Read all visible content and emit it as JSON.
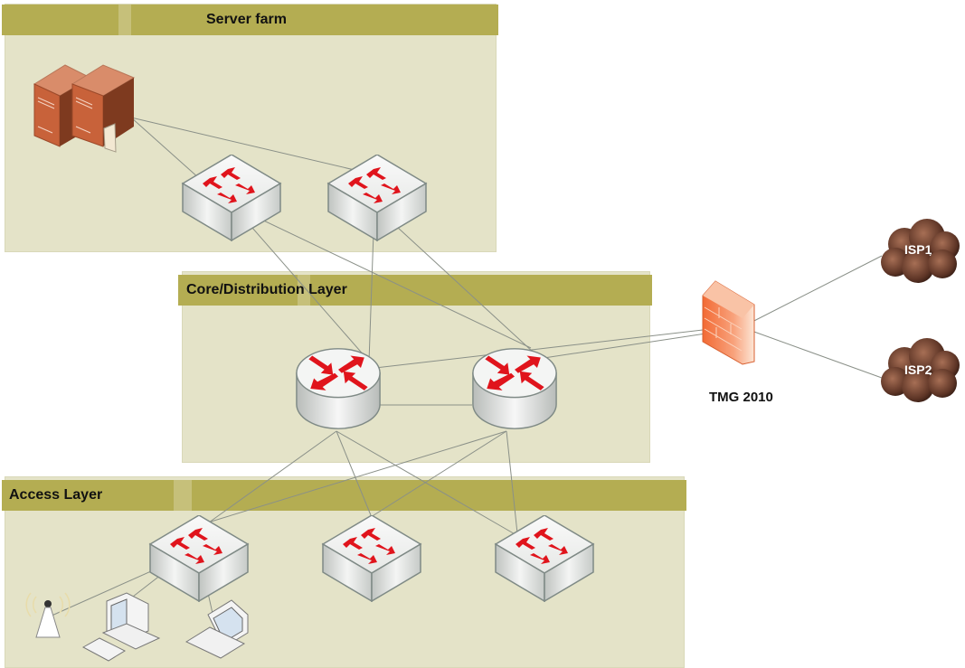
{
  "zones": {
    "server_farm": "Server farm",
    "core": "Core/Distribution Layer",
    "access": "Access Layer"
  },
  "external": {
    "firewall_label": "TMG 2010",
    "isp1": "ISP1",
    "isp2": "ISP2"
  },
  "colors": {
    "panel": "#e4e3c8",
    "header_bar": "#b4ad52",
    "arrow_red": "#e0141c",
    "server": "#c8623a",
    "firewall": "#f0703a",
    "cloud": "#6b3f2c",
    "link": "#8a9088"
  }
}
